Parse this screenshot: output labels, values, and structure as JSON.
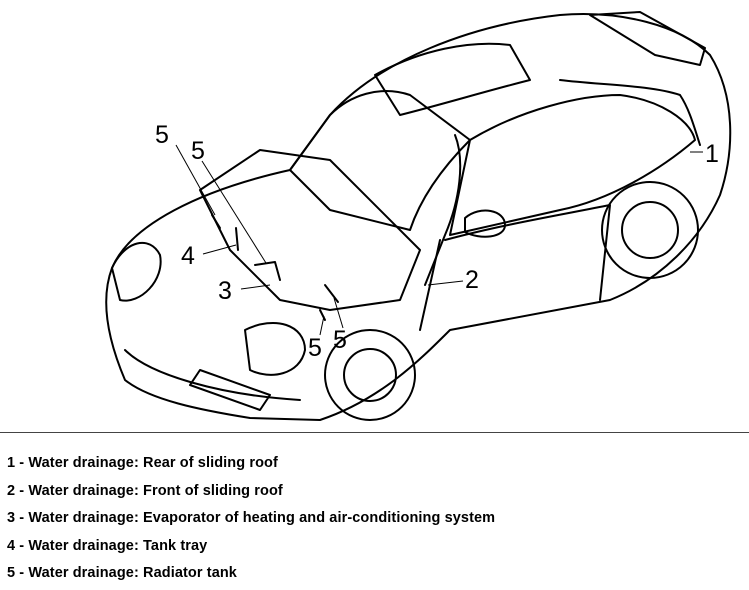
{
  "diagram": {
    "callouts": [
      {
        "id": "c1",
        "text": "1"
      },
      {
        "id": "c2",
        "text": "2"
      },
      {
        "id": "c3",
        "text": "3"
      },
      {
        "id": "c4",
        "text": "4"
      },
      {
        "id": "c5a",
        "text": "5"
      },
      {
        "id": "c5b",
        "text": "5"
      },
      {
        "id": "c5c",
        "text": "5"
      },
      {
        "id": "c5d",
        "text": "5"
      }
    ]
  },
  "legend": {
    "items": [
      {
        "text": "1 - Water drainage: Rear of sliding roof"
      },
      {
        "text": "2 - Water drainage: Front of sliding roof"
      },
      {
        "text": "3 - Water drainage: Evaporator of heating and air-conditioning system"
      },
      {
        "text": "4 - Water drainage: Tank tray"
      },
      {
        "text": "5 - Water drainage: Radiator tank"
      }
    ]
  }
}
